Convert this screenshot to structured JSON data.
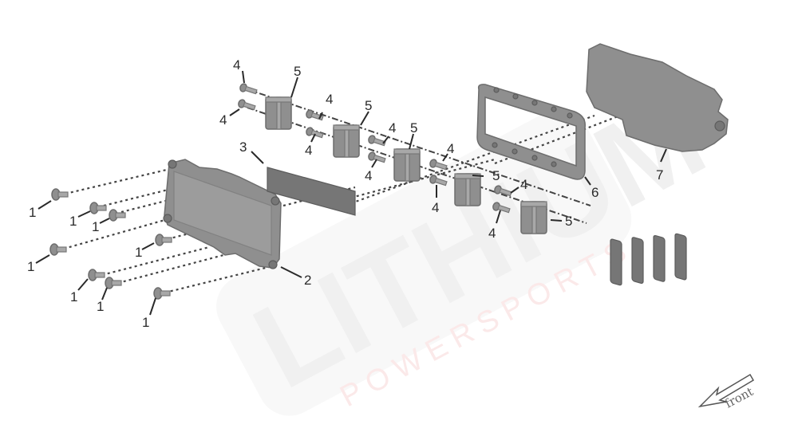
{
  "diagram": {
    "type": "exploded-parts-diagram",
    "watermark": {
      "main": "LITHIUM",
      "sub": "POWERSPORTS"
    },
    "orientation": {
      "label": "front",
      "icon": "arrow-down-left-icon"
    },
    "callouts": [
      {
        "id": "1",
        "label": "1",
        "part": "flange-bolt",
        "count": 8
      },
      {
        "id": "2",
        "label": "2",
        "part": "cover-plate"
      },
      {
        "id": "3",
        "label": "3",
        "part": "gasket-strip"
      },
      {
        "id": "4",
        "label": "4",
        "part": "screw",
        "count": 10
      },
      {
        "id": "5",
        "label": "5",
        "part": "clamp-block",
        "count": 5
      },
      {
        "id": "6",
        "label": "6",
        "part": "seal-frame"
      },
      {
        "id": "7",
        "label": "7",
        "part": "housing"
      }
    ],
    "labels": {
      "l1a": "1",
      "l1b": "1",
      "l1c": "1",
      "l1d": "1",
      "l1e": "1",
      "l1f": "1",
      "l1g": "1",
      "l1h": "1",
      "l2": "2",
      "l3": "3",
      "l4a": "4",
      "l4b": "4",
      "l4c": "4",
      "l4d": "4",
      "l4e": "4",
      "l4f": "4",
      "l4g": "4",
      "l4h": "4",
      "l4i": "4",
      "l4j": "4",
      "l5a": "5",
      "l5b": "5",
      "l5c": "5",
      "l5d": "5",
      "l5e": "5",
      "l6": "6",
      "l7": "7"
    }
  }
}
